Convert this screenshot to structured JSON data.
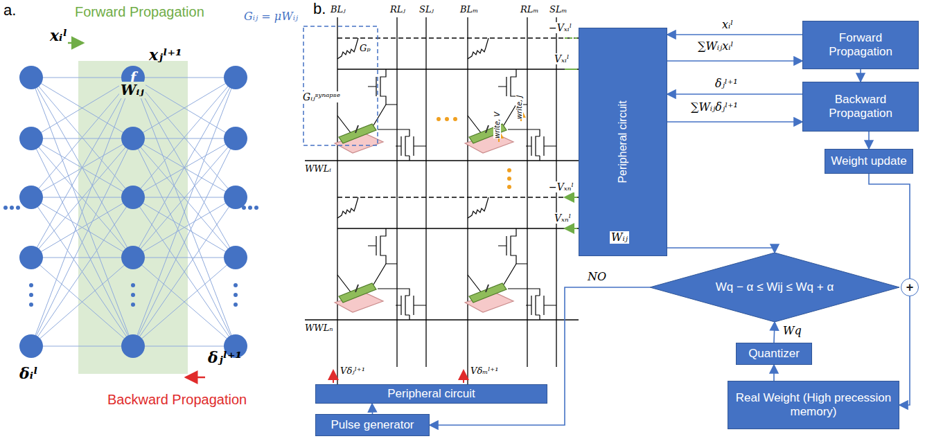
{
  "diagram": {
    "nodes": [
      {
        "text": [
          "f"
        ]
      },
      {
        "text": [
          "Peripheral circuit"
        ]
      },
      {
        "text": [
          "Forward Propagation"
        ]
      },
      {
        "text": [
          "Backward Propagation"
        ]
      },
      {
        "text": [
          "Weight update"
        ]
      },
      {
        "text": [
          "+"
        ]
      },
      {
        "text": [
          "Wq − α ≤ Wij ≤ Wq + α"
        ]
      },
      {
        "text": [
          "Quantizer"
        ]
      },
      {
        "text": [
          "Real Weight (High precession memory)"
        ]
      },
      {
        "text": [
          "Peripheral circuit"
        ]
      },
      {
        "text": [
          "Pulse generator"
        ]
      }
    ],
    "edges": [
      {
        "from": 2,
        "to": 1,
        "arrow": "to",
        "label": "xᵢˡ"
      },
      {
        "from": 1,
        "to": 2,
        "arrow": "to",
        "label": "∑Wᵢⱼxᵢˡ"
      },
      {
        "from": 3,
        "to": 1,
        "arrow": "to",
        "label": "δⱼˡ⁺¹"
      },
      {
        "from": 1,
        "to": 3,
        "arrow": "to",
        "label": "∑Wᵢⱼδⱼˡ⁺¹"
      },
      {
        "from": 2,
        "to": 3,
        "arrow": "to"
      },
      {
        "from": 3,
        "to": 4,
        "arrow": "to"
      },
      {
        "from": 4,
        "to": 5,
        "arrow": "none"
      },
      {
        "from": 5,
        "to": 8,
        "arrow": "to"
      },
      {
        "from": 8,
        "to": 7,
        "arrow": "to"
      },
      {
        "from": 7,
        "to": 6,
        "arrow": "to",
        "label": "Wq"
      },
      {
        "from": 1,
        "to": 6,
        "arrow": "to",
        "label": "Wᵢⱼ"
      },
      {
        "from": 6,
        "to": 10,
        "arrow": "to",
        "label": "NO"
      },
      {
        "from": 10,
        "to": 9,
        "arrow": "to"
      }
    ],
    "labels": [
      "a.",
      "Forward Propagation",
      "xᵢˡ",
      "Wᵢⱼ",
      "xⱼˡ⁺¹",
      "δᵢˡ",
      "δⱼˡ⁺¹",
      "Backward Propagation",
      "b.",
      "BLⱼ",
      "RLⱼ",
      "SLⱼ",
      "BLₘ",
      "RLₘ",
      "SLₘ",
      "Gₚ",
      "Gᵢⱼ = μWᵢⱼ",
      "Gᵢⱼˢʸⁿᵃᵖˢᵉ",
      "write, V",
      "write, J",
      "WWLᵢ",
      "WWLₙ",
      "−Vₓᵢˡ",
      "Vₓᵢˡ",
      "−Vₓₙˡ",
      "Vₓₙˡ",
      "Vδⱼˡ⁺¹",
      "Vδₘˡ⁺¹"
    ]
  }
}
